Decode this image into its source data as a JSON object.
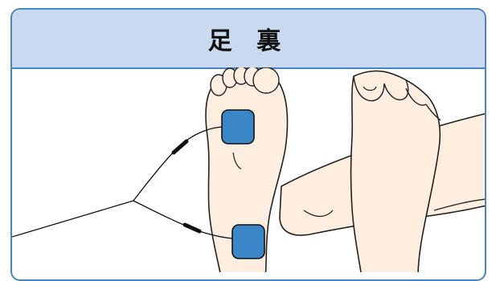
{
  "header": {
    "title": "足 裏"
  },
  "colors": {
    "frame_border": "#4a84c4",
    "header_bg": "#c9d9ee",
    "skin": "#fdeee0",
    "pad": "#3a86c8",
    "wire": "#111111"
  },
  "icons": [
    "left-foot-sole",
    "right-foot",
    "electrode-pad",
    "lead-wire"
  ]
}
